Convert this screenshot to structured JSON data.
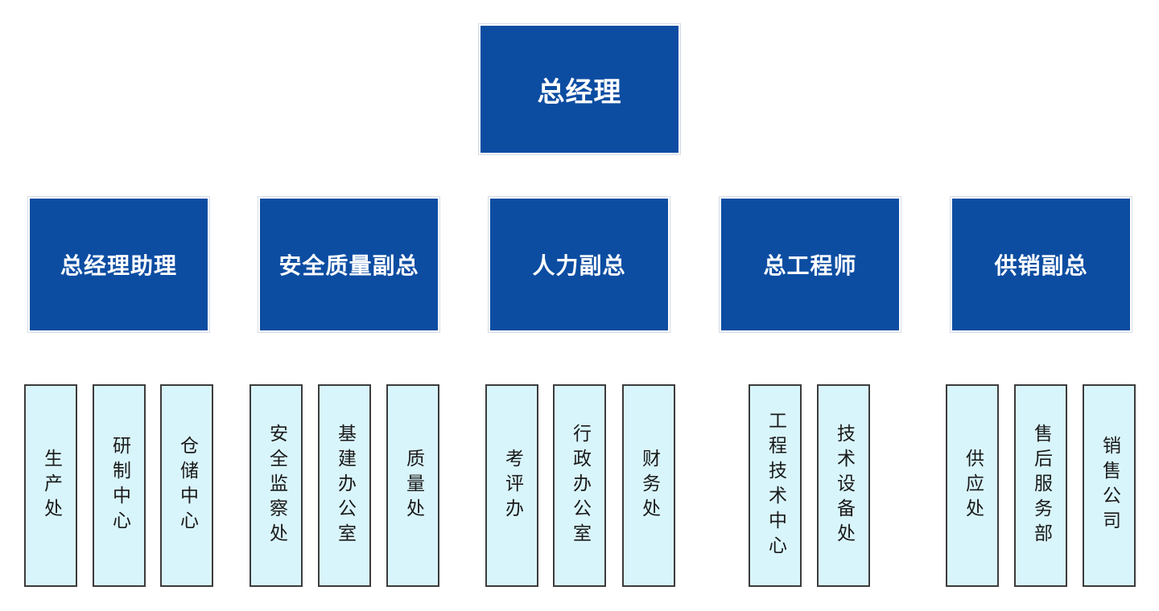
{
  "chart": {
    "root": {
      "label": "总经理"
    },
    "branches": [
      {
        "label": "总经理助理",
        "children": [
          "生产处",
          "研制中心",
          "仓储中心"
        ]
      },
      {
        "label": "安全质量副总",
        "children": [
          "安全监察处",
          "基建办公室",
          "质量处"
        ]
      },
      {
        "label": "人力副总",
        "children": [
          "考评办",
          "行政办公室",
          "财务处"
        ]
      },
      {
        "label": "总工程师",
        "children": [
          "工程技术中心",
          "技术设备处"
        ]
      },
      {
        "label": "供销副总",
        "children": [
          "供应处",
          "售后服务部",
          "销售公司"
        ]
      }
    ]
  },
  "colors": {
    "node_fill": "#0c4da2",
    "leaf_fill": "#d9f5fc",
    "leaf_border": "#3c3c3c",
    "background": "#ffffff"
  }
}
